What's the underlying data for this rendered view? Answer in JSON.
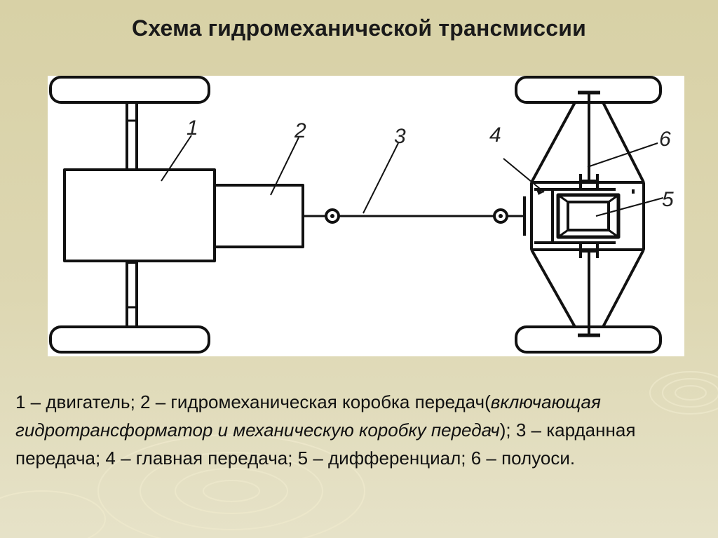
{
  "slide": {
    "title": "Схема гидромеханической трансмиссии"
  },
  "diagram": {
    "labels": [
      "1",
      "2",
      "3",
      "4",
      "5",
      "6"
    ]
  },
  "caption": {
    "p1": "1 – двигатель; 2 – гидромеханическая коробка передач(",
    "p2_italic": "включающая гидротрансформатор и механическую коробку передач",
    "p3": "); 3 – карданная передача; 4 – главная передача; 5 – дифференциал; 6 – полуоси."
  },
  "colors": {
    "background": "#ddd6ad",
    "diagram_bg": "#ffffff",
    "line": "#111111"
  }
}
